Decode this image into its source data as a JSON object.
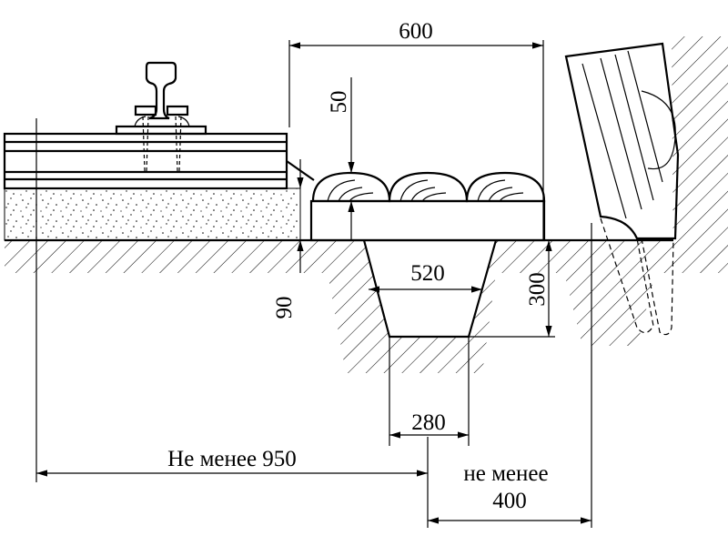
{
  "drawing": {
    "dimensions": {
      "width_top": "600",
      "bag_height": "50",
      "trench_top_width": "520",
      "trench_depth": "300",
      "ballast_offset": "90",
      "trench_bottom_width": "280",
      "min_distance_track": "Не менее 950",
      "min_distance_obstacle_label": "не менее",
      "min_distance_obstacle_value": "400"
    },
    "colors": {
      "line": "#000000",
      "background": "#ffffff"
    }
  }
}
